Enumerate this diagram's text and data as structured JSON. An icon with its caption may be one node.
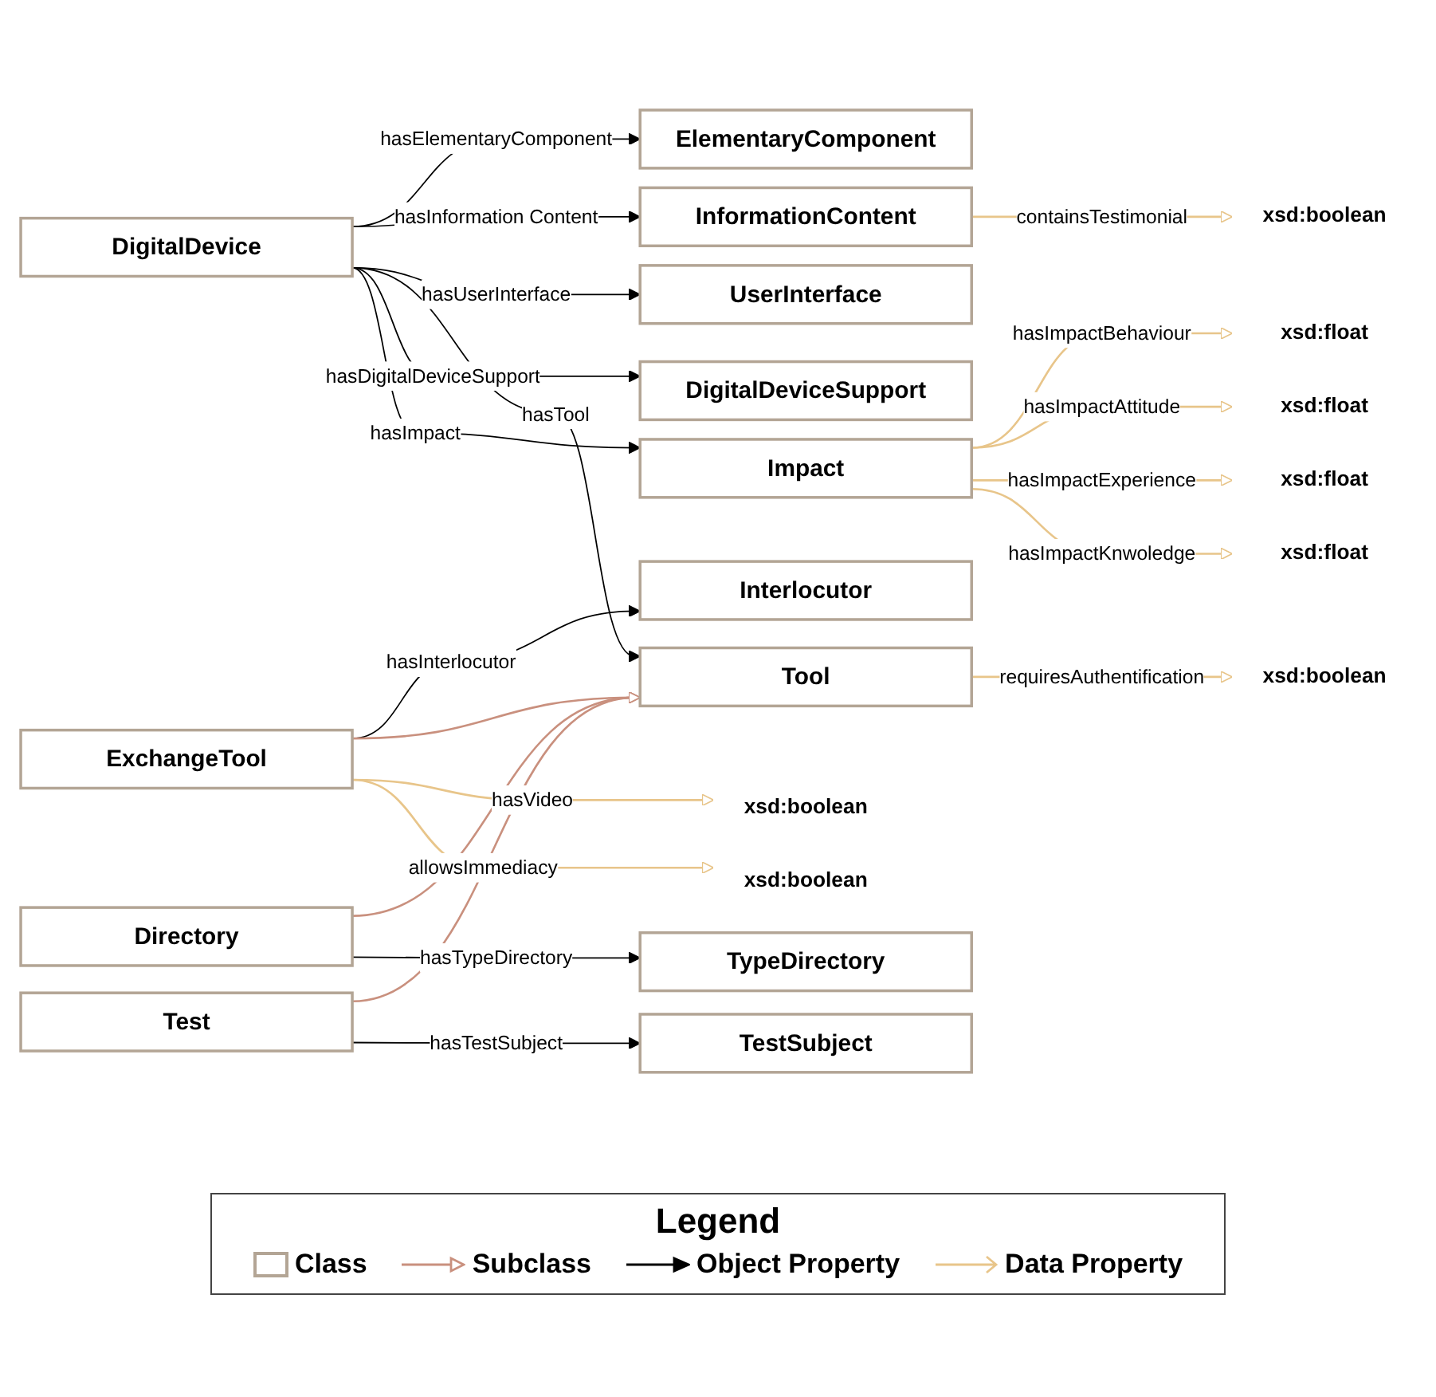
{
  "diagram": {
    "nodes": [
      {
        "text": [
          "ElementaryComponent"
        ]
      },
      {
        "text": [
          "DigitalDevice"
        ]
      },
      {
        "text": [
          "InformationContent"
        ]
      },
      {
        "text": [
          "xsd:boolean"
        ]
      },
      {
        "text": [
          "xsd:boolean"
        ]
      },
      {
        "text": [
          "UserInterface"
        ]
      },
      {
        "text": [
          "Interlocutor"
        ]
      },
      {
        "text": [
          "Tool"
        ]
      },
      {
        "text": [
          "DigitalDeviceSupport"
        ]
      },
      {
        "text": [
          "ExchangeTool"
        ]
      },
      {
        "text": [
          "Directory"
        ]
      },
      {
        "text": [
          "Test"
        ]
      },
      {
        "text": [
          "Impact"
        ]
      },
      {
        "text": [
          "xsd:float"
        ]
      },
      {
        "text": [
          "xsd:float"
        ]
      },
      {
        "text": [
          "xsd:boolean"
        ]
      },
      {
        "text": [
          "TypeDirectory"
        ]
      },
      {
        "text": [
          "TestSubject"
        ]
      },
      {
        "text": [
          "xsd:boolean"
        ]
      },
      {
        "text": [
          "xsd:float"
        ]
      },
      {
        "text": [
          "xsd:float"
        ]
      }
    ],
    "edges": [
      {
        "from": 1,
        "to": 0,
        "arrow": "to",
        "label": "hasElementaryComponent"
      },
      {
        "from": 1,
        "to": 2,
        "arrow": "to",
        "label": "hasInformation Content"
      },
      {
        "from": 2,
        "to": 3,
        "arrow": "to",
        "label": "containsTestimonial",
        "color": "#e8c58a"
      },
      {
        "from": 1,
        "to": 5,
        "arrow": "to",
        "label": "hasUserInterface"
      },
      {
        "from": 1,
        "to": 7,
        "arrow": "to",
        "label": "hasTool"
      },
      {
        "from": 7,
        "to": 4,
        "arrow": "to",
        "label": "requiresAuthentification",
        "color": "#e8c58a"
      },
      {
        "from": 1,
        "to": 8,
        "arrow": "to",
        "label": "hasDigitalDeviceSupport"
      },
      {
        "from": 9,
        "to": 6,
        "arrow": "to",
        "label": "hasInterlocutor"
      },
      {
        "from": 9,
        "to": 7,
        "arrow": "to",
        "color": "#c9907e"
      },
      {
        "from": 10,
        "to": 7,
        "arrow": "to",
        "color": "#c9907e"
      },
      {
        "from": 11,
        "to": 7,
        "arrow": "to",
        "color": "#c9907e"
      },
      {
        "from": 1,
        "to": 12,
        "arrow": "to",
        "label": "hasImpact"
      },
      {
        "from": 12,
        "to": 13,
        "arrow": "to",
        "label": "hasImpactBehaviour",
        "color": "#e8c58a"
      },
      {
        "from": 12,
        "to": 14,
        "arrow": "to",
        "label": "hasImpactAttitude",
        "color": "#e8c58a"
      },
      {
        "from": 9,
        "to": 15,
        "arrow": "to",
        "label": "hasVideo",
        "color": "#e8c58a"
      },
      {
        "from": 9,
        "to": 18,
        "arrow": "to",
        "label": "allowsImmediacy",
        "color": "#e8c58a"
      },
      {
        "from": 10,
        "to": 16,
        "arrow": "to",
        "label": "hasTypeDirectory"
      },
      {
        "from": 11,
        "to": 17,
        "arrow": "to",
        "label": "hasTestSubject"
      },
      {
        "from": 12,
        "to": 19,
        "arrow": "to",
        "label": "hasImpactExperience",
        "color": "#e8c58a"
      },
      {
        "from": 12,
        "to": 20,
        "arrow": "to",
        "label": "hasImpactKnwoledge",
        "color": "#e8c58a"
      }
    ],
    "labels": [
      "Legend"
    ],
    "legend": [
      {
        "text": "Class"
      },
      {
        "text": "Subclass"
      },
      {
        "text": "Object Property"
      },
      {
        "text": "Data Property"
      }
    ]
  }
}
